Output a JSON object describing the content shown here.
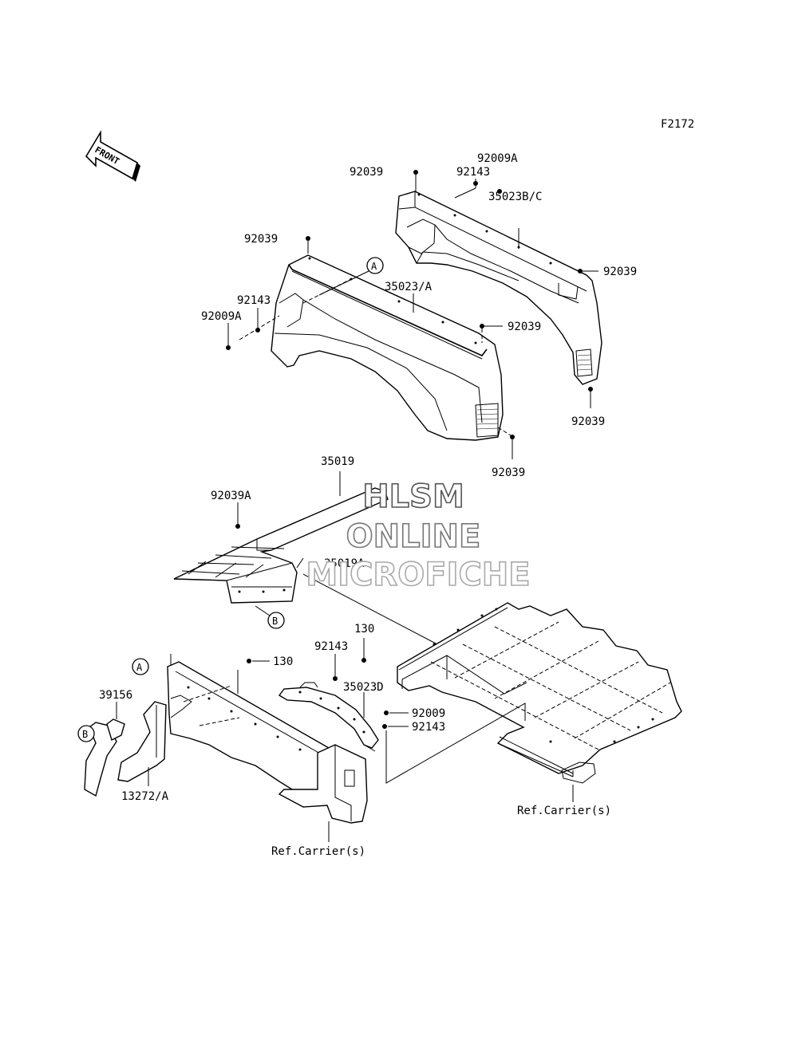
{
  "diagram_code": "F2172",
  "front_arrow": "FRONT",
  "watermark": {
    "line1": "HLSM",
    "line2": "ONLINE",
    "line3": "MICROFICHE",
    "color1": "#555555",
    "color2": "#777777",
    "color3": "#aaaaaa"
  },
  "callouts": {
    "a_upper": "A",
    "b_upper": "B",
    "a_lower": "A",
    "b_lower": "B"
  },
  "labels": {
    "l_92039_top_right": "92039",
    "l_92143_top_right": "92143",
    "l_92009a_top_right": "92009A",
    "l_35023bc": "35023B/C",
    "l_92039_right_mid": "92039",
    "l_92039_right_low": "92039",
    "l_92039_left_top": "92039",
    "l_35023a": "35023/A",
    "l_92143_left": "92143",
    "l_92009a_left": "92009A",
    "l_92039_center": "92039",
    "l_92039_center_low": "92039",
    "l_35019": "35019",
    "l_92039a": "92039A",
    "l_35019a": "35019A",
    "l_130_right": "130",
    "l_92143_mid": "92143",
    "l_130_left": "130",
    "l_35023d": "35023D",
    "l_92009": "92009",
    "l_92143_low": "92143",
    "l_39156": "39156",
    "l_13272a": "13272/A",
    "l_ref_carrier_bottom": "Ref.Carrier(s)",
    "l_ref_carrier_right": "Ref.Carrier(s)"
  }
}
